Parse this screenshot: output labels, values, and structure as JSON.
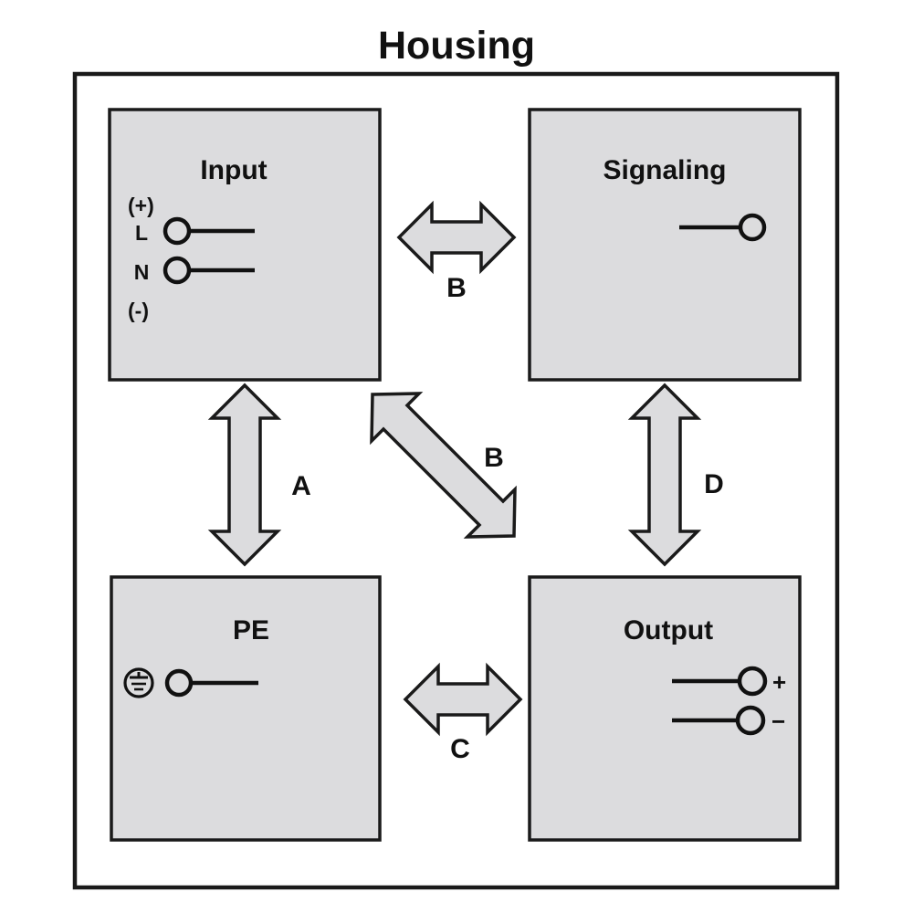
{
  "diagram": {
    "type": "block-diagram",
    "title": "Housing",
    "background_color": "#ffffff",
    "block_fill_color": "#dcdcde",
    "block_stroke_color": "#1a1a1a",
    "arrow_fill_color": "#dcdcde",
    "arrow_stroke_color": "#1a1a1a",
    "text_color": "#111111"
  },
  "housing": {
    "label": "Housing"
  },
  "blocks": [
    {
      "id": "input",
      "title": "Input",
      "position": "top-left",
      "annotations": {
        "polarity_top": "(+)",
        "polarity_bottom": "(-)"
      },
      "terminals": [
        {
          "label": "L",
          "side": "left",
          "symbol": "circle-terminal"
        },
        {
          "label": "N",
          "side": "left",
          "symbol": "circle-terminal"
        }
      ]
    },
    {
      "id": "signaling",
      "title": "Signaling",
      "position": "top-right",
      "terminals": [
        {
          "label": "",
          "side": "right",
          "symbol": "circle-terminal"
        }
      ]
    },
    {
      "id": "pe",
      "title": "PE",
      "position": "bottom-left",
      "terminals": [
        {
          "label": "",
          "side": "left",
          "symbol": "protective-earth-symbol"
        }
      ]
    },
    {
      "id": "output",
      "title": "Output",
      "position": "bottom-right",
      "terminals": [
        {
          "label": "+",
          "side": "right",
          "symbol": "circle-terminal"
        },
        {
          "label": "−",
          "side": "right",
          "symbol": "circle-terminal"
        }
      ]
    }
  ],
  "arrows": [
    {
      "id": "arrow-b-horizontal-top",
      "label": "B",
      "orientation": "horizontal",
      "heads": "double",
      "from": "input",
      "to": "signaling"
    },
    {
      "id": "arrow-a-vertical-left",
      "label": "A",
      "orientation": "vertical",
      "heads": "double",
      "from": "input",
      "to": "pe"
    },
    {
      "id": "arrow-b-diagonal",
      "label": "B",
      "orientation": "diagonal",
      "heads": "double",
      "from": "input",
      "to": "output"
    },
    {
      "id": "arrow-d-vertical-right",
      "label": "D",
      "orientation": "vertical",
      "heads": "double",
      "from": "signaling",
      "to": "output"
    },
    {
      "id": "arrow-c-horizontal-bottom",
      "label": "C",
      "orientation": "horizontal",
      "heads": "double",
      "from": "pe",
      "to": "output"
    }
  ]
}
